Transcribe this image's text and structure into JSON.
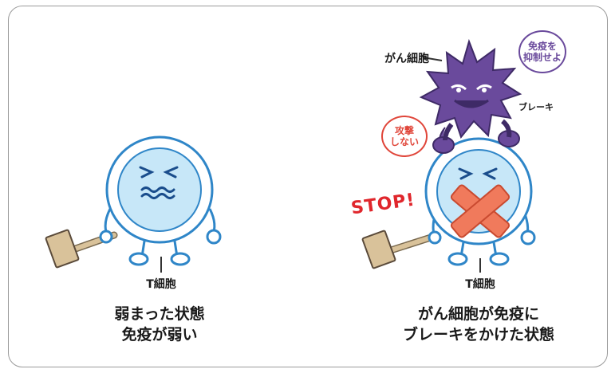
{
  "left_panel": {
    "cell_label": "T細胞",
    "caption_line1": "弱まった状態",
    "caption_line2": "免疫が弱い"
  },
  "right_panel": {
    "cancer_label": "がん細胞",
    "bubble_suppress": "免疫を\n抑制せよ",
    "bubble_no_attack": "攻撃\nしない",
    "brake_label": "ブレーキ",
    "stop_text": "STOP!",
    "cell_label": "T細胞",
    "caption_line1": "がん細胞が免疫に",
    "caption_line2": "ブレーキをかけた状態"
  },
  "colors": {
    "cell_fill": "#c7e7f8",
    "cell_ring": "#2f86c8",
    "cancer": "#6a4a9c",
    "x_mark": "#f07a5c",
    "bubble_purple": "#6a4a9c",
    "bubble_red": "#e0463a",
    "stop": "#e0262c",
    "hammer": "#d9c29a"
  }
}
